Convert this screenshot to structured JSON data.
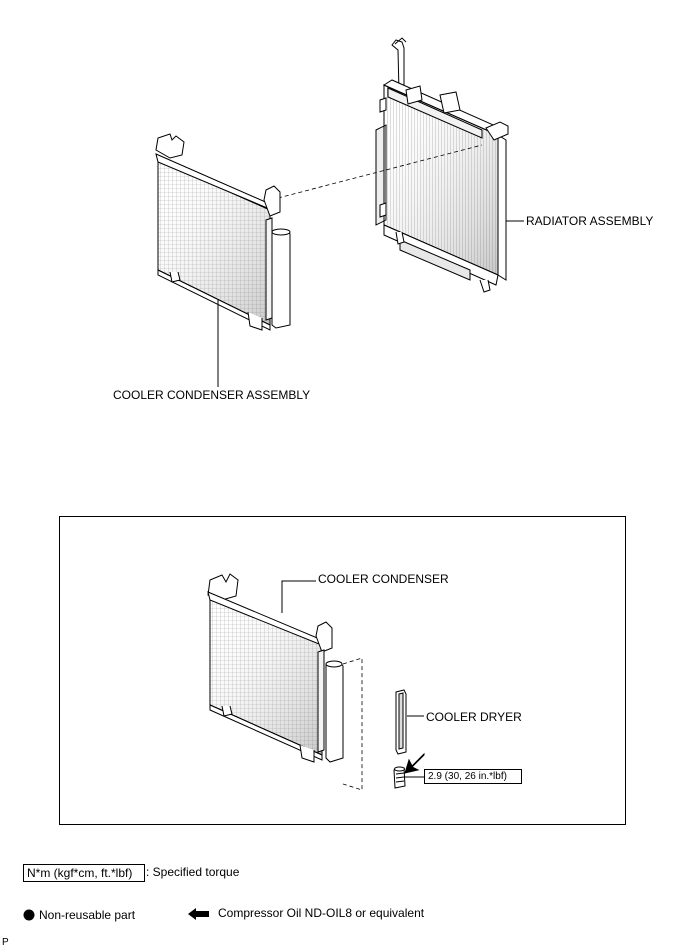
{
  "top": {
    "radiator_label": "RADIATOR ASSEMBLY",
    "condenser_label": "COOLER CONDENSER ASSEMBLY"
  },
  "detail": {
    "condenser_label": "COOLER CONDENSER",
    "dryer_label": "COOLER DRYER",
    "torque_value": "2.9 (30, 26 in.*lbf)"
  },
  "legend": {
    "torque_key": "N*m (kgf*cm, ft.*lbf)",
    "torque_desc": ": Specified torque",
    "nonreusable_desc": "Non-reusable part",
    "oil_desc": "Compressor Oil ND-OIL8 or equivalent"
  },
  "footer": {
    "code": "P"
  }
}
